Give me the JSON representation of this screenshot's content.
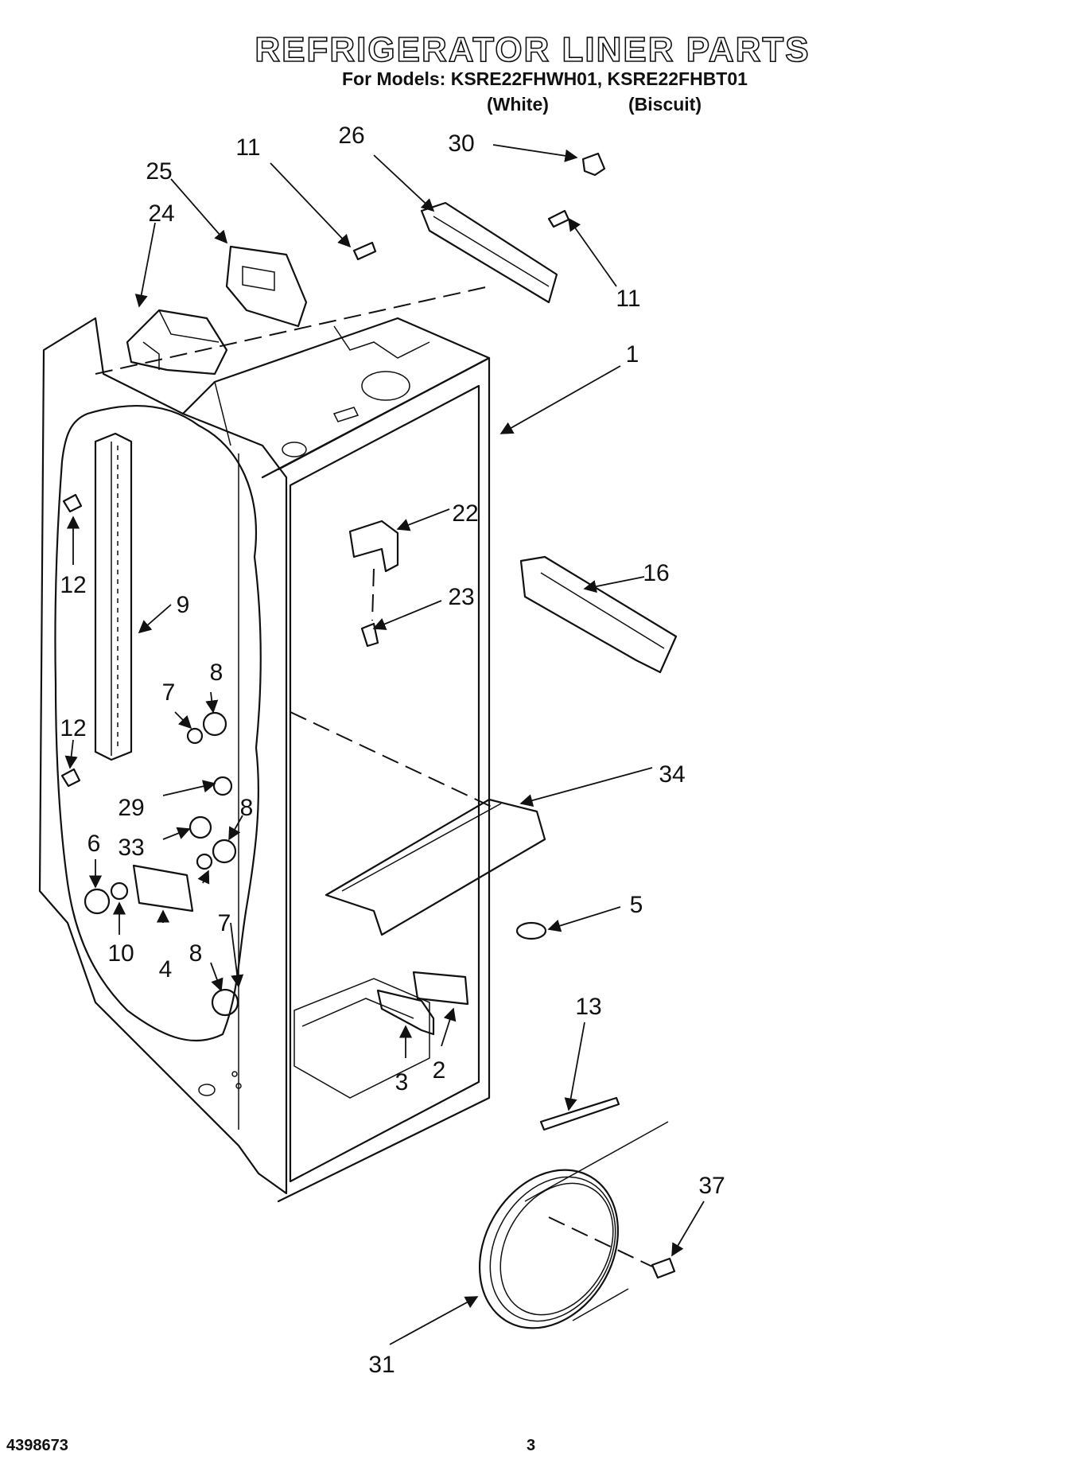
{
  "title": "REFRIGERATOR LINER PARTS",
  "models_line": "For Models: KSRE22FHWH01, KSRE22FHBT01",
  "variant_white": "(White)",
  "variant_biscuit": "(Biscuit)",
  "doc_number": "4398673",
  "page_number": "3",
  "callouts": {
    "c1": "1",
    "c2": "2",
    "c3": "3",
    "c4": "4",
    "c5": "5",
    "c6": "6",
    "c7a": "7",
    "c7b": "7",
    "c8a": "8",
    "c8b": "8",
    "c8c": "8",
    "c9": "9",
    "c10": "10",
    "c11a": "11",
    "c11b": "11",
    "c12a": "12",
    "c12b": "12",
    "c13": "13",
    "c16": "16",
    "c22": "22",
    "c23": "23",
    "c24": "24",
    "c25": "25",
    "c26": "26",
    "c29": "29",
    "c30": "30",
    "c31": "31",
    "c33": "33",
    "c34": "34",
    "c37": "37"
  }
}
